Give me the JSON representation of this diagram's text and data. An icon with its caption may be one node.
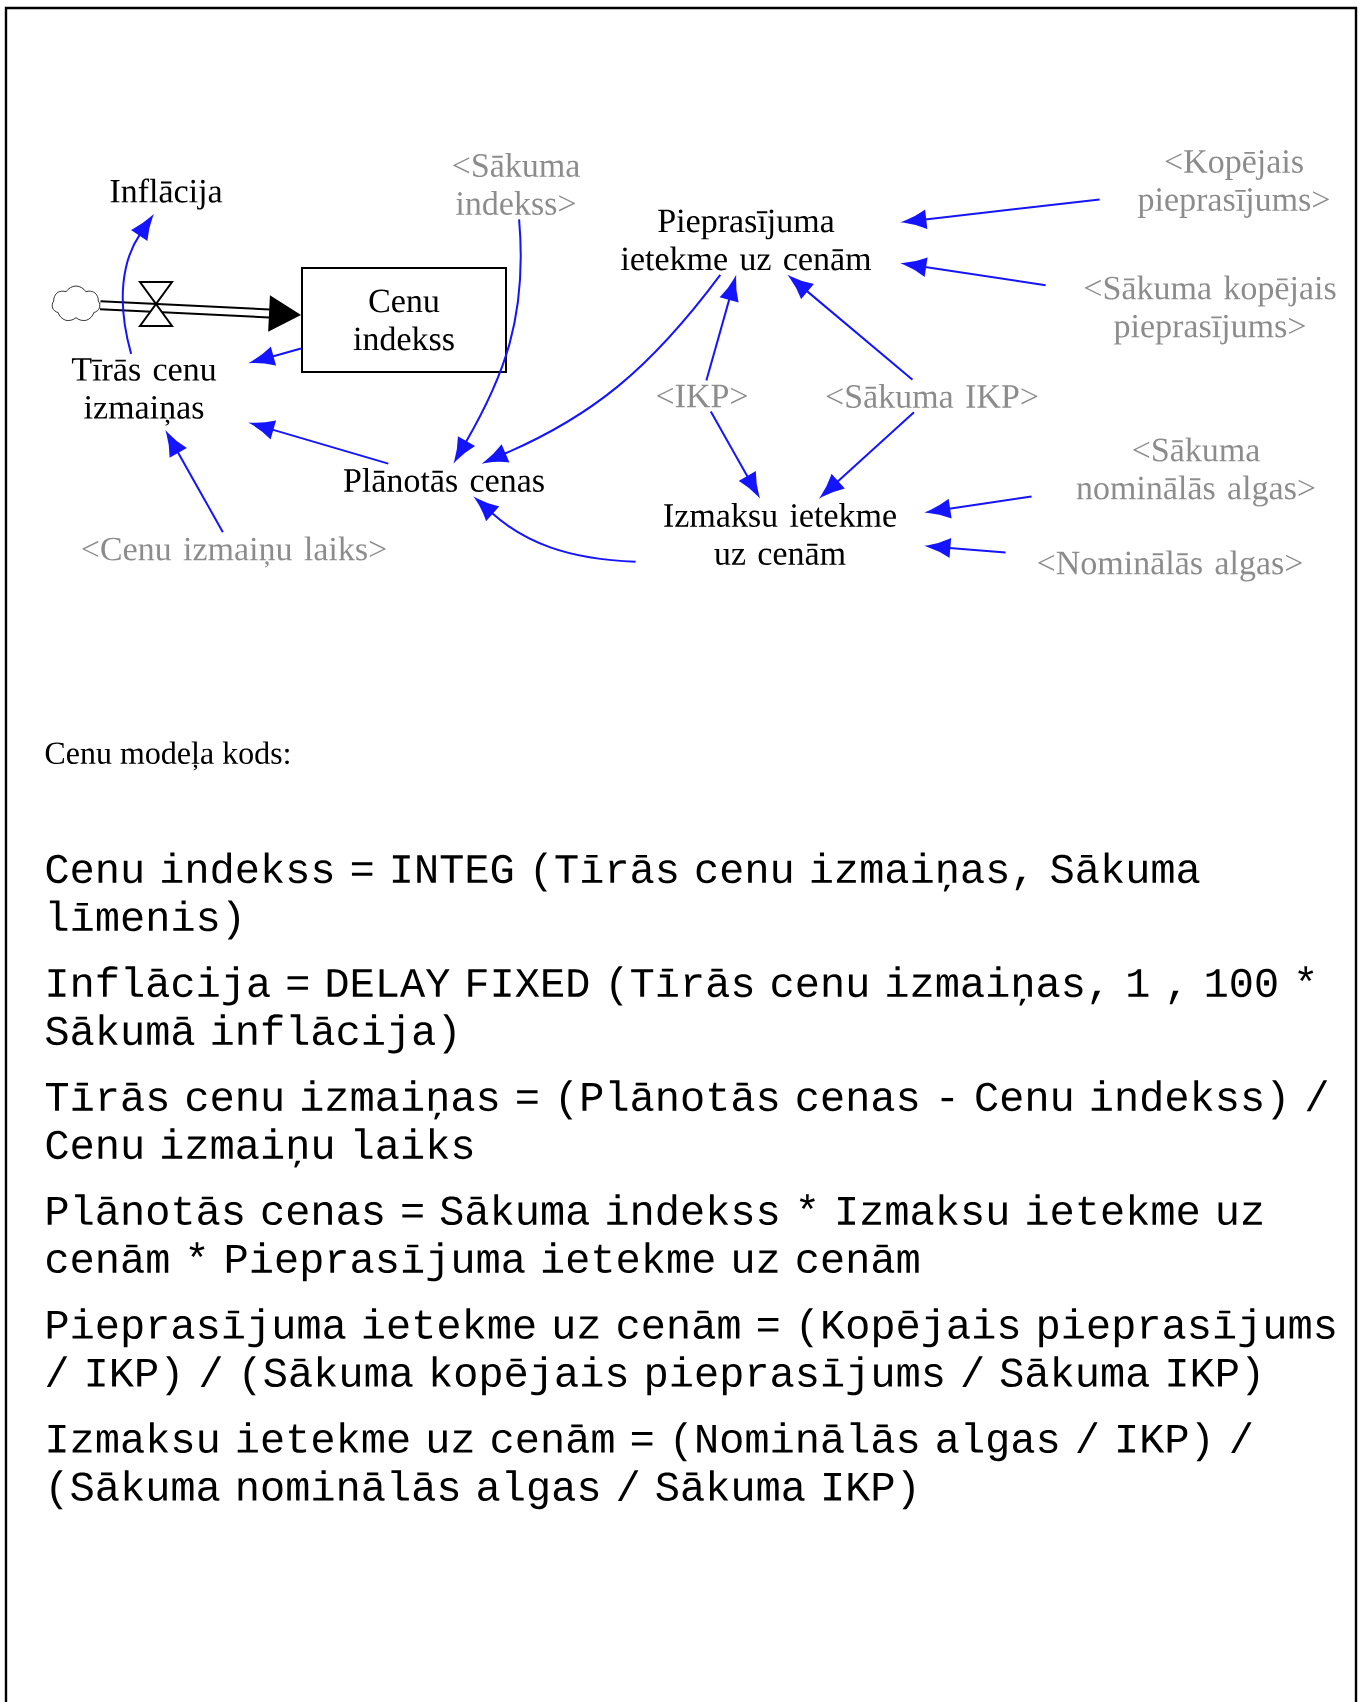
{
  "diagram": {
    "nodes": [
      {
        "text": [],
        "shape": "cloud"
      },
      {
        "text": [
          "Inflācija"
        ]
      },
      {
        "text": [
          "Cenu indekss"
        ]
      },
      {
        "text": [
          "Tīrās cenu izmaiņas"
        ]
      },
      {
        "text": [
          "<Sākuma indekss>"
        ]
      },
      {
        "text": [
          "Pieprasījuma ietekme uz cenām"
        ]
      },
      {
        "text": [
          "<Kopējais pieprasījums>"
        ]
      },
      {
        "text": [
          "<Sākuma kopējais pieprasījums>"
        ]
      },
      {
        "text": [
          "Plānotās cenas"
        ]
      },
      {
        "text": [
          "<IKP>"
        ]
      },
      {
        "text": [
          "<Sākuma IKP>"
        ]
      },
      {
        "text": [
          "Izmaksu ietekme uz cenām"
        ]
      },
      {
        "text": [
          "<Sākuma nominālās algas>"
        ]
      },
      {
        "text": [
          "<Nominālās algas>"
        ]
      },
      {
        "text": [
          "<Cenu izmaiņu laiks>"
        ]
      }
    ],
    "edges": [
      {
        "from": 0,
        "to": 2,
        "arrow": "to",
        "style": "thick",
        "color": "#000000"
      },
      {
        "from": 3,
        "to": 1,
        "arrow": "to"
      },
      {
        "from": 2,
        "to": 3,
        "arrow": "to"
      },
      {
        "from": 4,
        "to": 8,
        "arrow": "to"
      },
      {
        "from": 5,
        "to": 8,
        "arrow": "to"
      },
      {
        "from": 8,
        "to": 3,
        "arrow": "to"
      },
      {
        "from": 14,
        "to": 3,
        "arrow": "to"
      },
      {
        "from": 11,
        "to": 8,
        "arrow": "to"
      },
      {
        "from": 6,
        "to": 5,
        "arrow": "to"
      },
      {
        "from": 7,
        "to": 5,
        "arrow": "to"
      },
      {
        "from": 9,
        "to": 5,
        "arrow": "to"
      },
      {
        "from": 9,
        "to": 11,
        "arrow": "to"
      },
      {
        "from": 10,
        "to": 5,
        "arrow": "to"
      },
      {
        "from": 10,
        "to": 11,
        "arrow": "to"
      },
      {
        "from": 12,
        "to": 11,
        "arrow": "to"
      },
      {
        "from": 13,
        "to": 11,
        "arrow": "to"
      }
    ],
    "labels": [
      "Cenu modeļa kods:",
      "Cenu indekss = INTEG (Tīrās cenu izmaiņas, Sākuma līmenis)",
      "Inflācija = DELAY FIXED (Tīrās cenu izmaiņas, 1 , 100 * Sākumā inflācija)",
      "Tīrās cenu izmaiņas = (Plānotās cenas - Cenu indekss) / Cenu izmaiņu laiks",
      "Plānotās cenas = Sākuma indekss * Izmaksu ietekme uz cenām * Pieprasījuma ietekme uz cenām",
      "Pieprasījuma ietekme uz cenām = (Kopējais pieprasījums / IKP) / (Sākuma kopējais pieprasījums / Sākuma IKP)",
      "Izmaksu ietekme uz cenām = (Nominālās algas / IKP) / (Sākuma nominālās algas / Sākuma IKP)"
    ]
  }
}
